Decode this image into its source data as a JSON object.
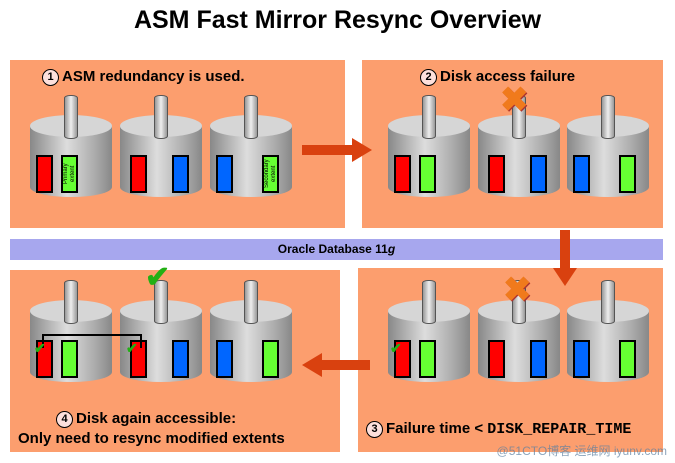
{
  "title": "ASM Fast Mirror Resync Overview",
  "band": {
    "text": "Oracle Database 11",
    "text_italic": "g",
    "color": "#a7a7ee"
  },
  "colors": {
    "panel": "#fc9e6e",
    "red": "#ff0000",
    "green": "#66ff33",
    "blue": "#0066ff",
    "arrow": "#d9410f"
  },
  "steps": [
    {
      "num": "1",
      "caption": "ASM redundancy is used."
    },
    {
      "num": "2",
      "caption": "Disk access failure"
    },
    {
      "num": "3",
      "caption": "Failure time < ",
      "caption_mono": "DISK_REPAIR_TIME"
    },
    {
      "num": "4",
      "caption_line1": "Disk again accessible:",
      "caption_line2": "Only need to resync modified extents"
    }
  ],
  "extent_labels": {
    "primary": "Primary extent",
    "secondary": "Secondary extent"
  },
  "watermark": "@51CTO博客 运维网 iyunv.com"
}
